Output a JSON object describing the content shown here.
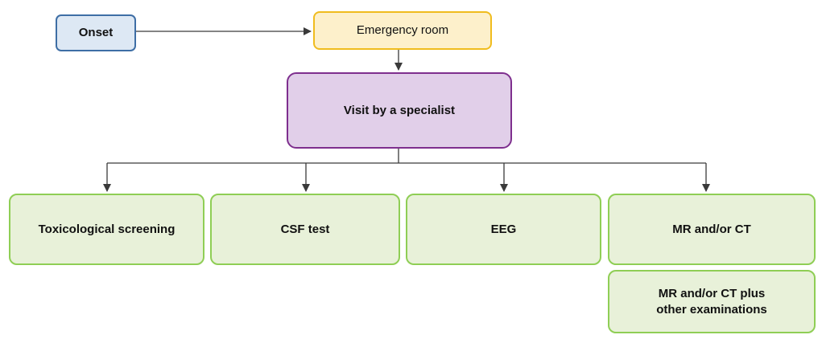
{
  "nodes": {
    "onset": "Onset",
    "emergency_room": "Emergency room",
    "specialist": "Visit by a specialist",
    "toxicological": "Toxicological screening",
    "csf": "CSF test",
    "eeg": "EEG",
    "mr_ct": "MR and/or CT",
    "mr_ct_plus": "MR and/or CT plus other examinations"
  },
  "colors": {
    "line": "#3a3a3a",
    "blue_border": "#3e6ea5",
    "yellow_border": "#f0bc1e",
    "purple_border": "#7e2f8e",
    "green_border": "#8fce55"
  }
}
